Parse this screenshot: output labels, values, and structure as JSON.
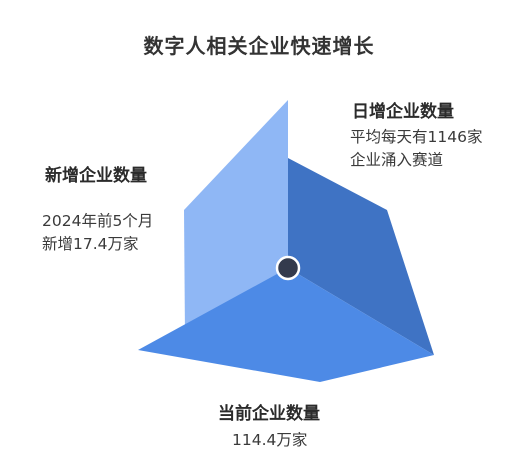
{
  "title": "数字人相关企业快速增长",
  "sections": {
    "new_companies": {
      "heading": "新增企业数量",
      "lines": [
        "2024年前5个月",
        "新增17.4万家"
      ]
    },
    "daily_companies": {
      "heading": "日增企业数量",
      "lines": [
        "平均每天有1146家",
        "企业涌入赛道"
      ]
    },
    "current_companies": {
      "heading": "当前企业数量",
      "lines": [
        "114.4万家"
      ]
    }
  },
  "colors": {
    "left_panel": "#8fb7f5",
    "right_panel": "#3f73c4",
    "bottom_panel": "#4d8ae6",
    "center_dot": "#333a4d"
  }
}
